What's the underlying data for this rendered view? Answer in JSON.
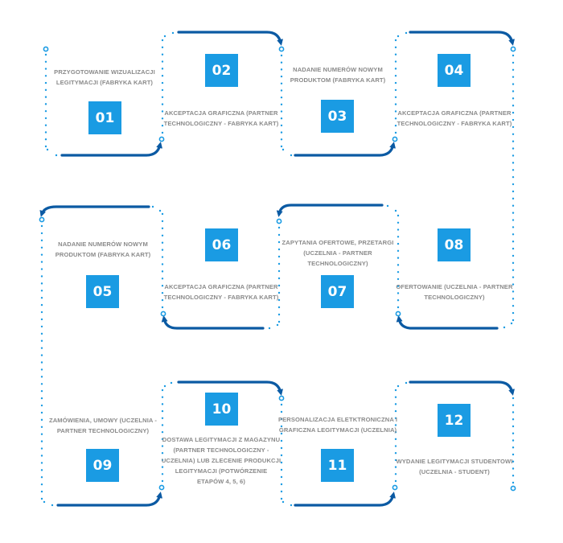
{
  "diagram": {
    "type": "process-flow",
    "colors": {
      "number_box": "#1a9be3",
      "number_text": "#ffffff",
      "label_text": "#8a8a8a",
      "arrow": "#0b5aa3",
      "dots": "#1a9be3"
    },
    "steps": [
      {
        "number": "01",
        "label": "PRZYGOTOWANIE WIZUALIZACJI LEGITYMACJI (FABRYKA KART)"
      },
      {
        "number": "02",
        "label": "AKCEPTACJA GRAFICZNA (PARTNER TECHNOLOGICZNY - FABRYKA KART)"
      },
      {
        "number": "03",
        "label": "NADANIE NUMERÓW NOWYM PRODUKTOM (FABRYKA KART)"
      },
      {
        "number": "04",
        "label": "AKCEPTACJA GRAFICZNA (PARTNER TECHNOLOGICZNY - FABRYKA KART)"
      },
      {
        "number": "05",
        "label": "NADANIE NUMERÓW NOWYM PRODUKTOM (FABRYKA KART)"
      },
      {
        "number": "06",
        "label": "AKCEPTACJA GRAFICZNA (PARTNER TECHNOLOGICZNY - FABRYKA KART)"
      },
      {
        "number": "07",
        "label": "ZAPYTANIA OFERTOWE, PRZETARGI (UCZELNIA - PARTNER TECHNOLOGICZNY)"
      },
      {
        "number": "08",
        "label": "OFERTOWANIE (UCZELNIA - PARTNER TECHNOLOGICZNY)"
      },
      {
        "number": "09",
        "label": "ZAMÓWIENIA, UMOWY (UCZELNIA - PARTNER TECHNOLOGICZNY)"
      },
      {
        "number": "10",
        "label": "DOSTAWA LEGITYMACJI Z MAGAZYNU (PARTNER TECHNOLOGICZNY -UCZELNIA) LUB ZLECENIE PRODUKCJI LEGITYMACJI (POTWÓRZENIE ETAPÓW 4, 5, 6)"
      },
      {
        "number": "11",
        "label": "PERSONALIZACJA ELETKTRONICZNA I GRAFICZNA LEGITYMACJI (UCZELNIA)"
      },
      {
        "number": "12",
        "label": "WYDANIE LEGITYMACJI STUDENTOWI (UCZELNIA - STUDENT)"
      }
    ]
  }
}
